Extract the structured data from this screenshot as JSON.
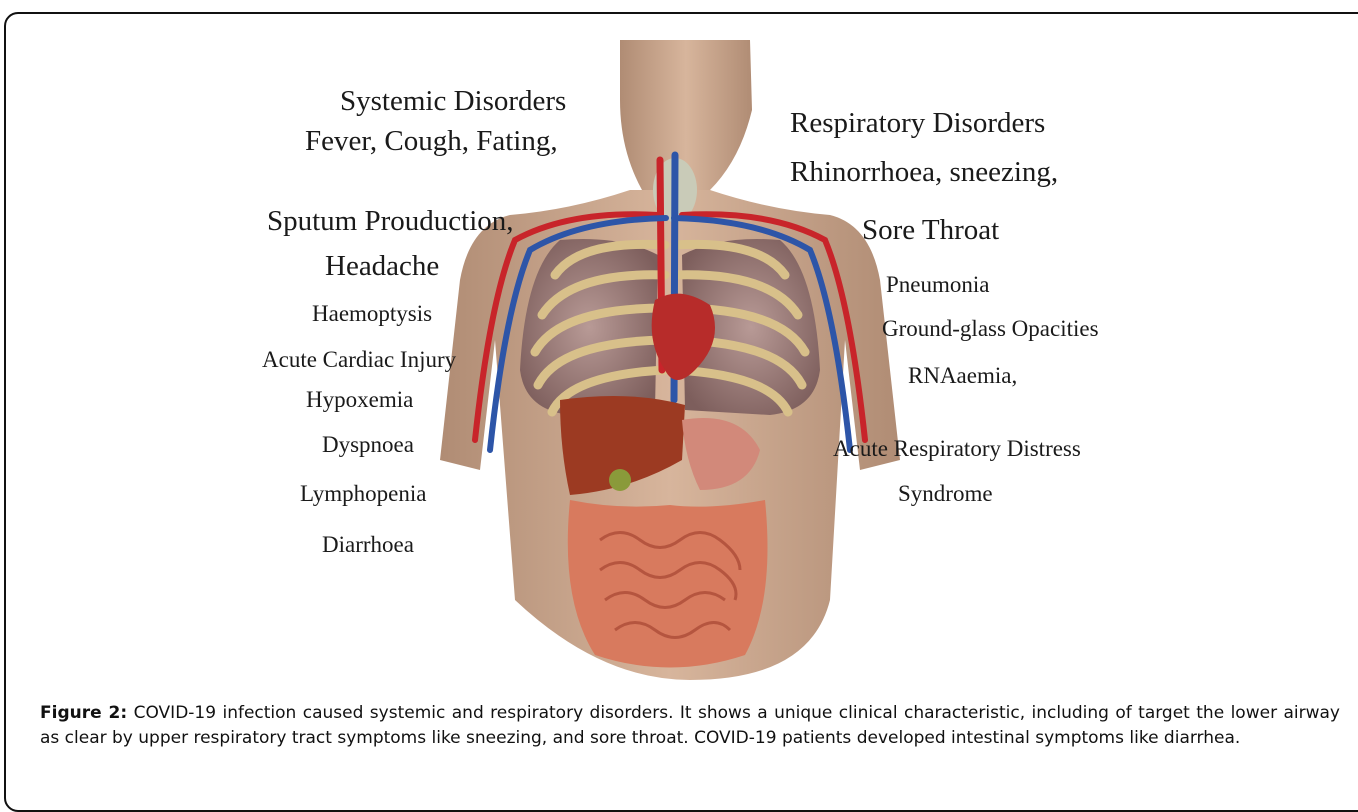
{
  "figure": {
    "labels_left": [
      "Systemic Disorders",
      "Fever, Cough, Fating,",
      "Sputum Prouduction,",
      "Headache",
      "Haemoptysis",
      "Acute Cardiac Injury",
      "Hypoxemia",
      "Dyspnoea",
      "Lymphopenia",
      "Diarrhoea"
    ],
    "labels_right": [
      "Respiratory Disorders",
      "Rhinorrhoea, sneezing,",
      "Sore Throat",
      "Pneumonia",
      "Ground-glass Opacities",
      "RNAaemia,",
      "Acute Respiratory Distress",
      "Syndrome"
    ],
    "caption_label": "Figure 2:",
    "caption_text": " COVID-19 infection caused systemic and respiratory disorders. It shows a unique clinical characteristic, including of target the lower airway as clear by upper respiratory tract symptoms like sneezing, and sore throat. COVID-19 patients developed intestinal symptoms like diarrhea."
  },
  "colors": {
    "skin": "#c8a48a",
    "lung": "#9a7a78",
    "rib": "#d8c08a",
    "artery": "#c8242a",
    "vein": "#2d55a8",
    "liver": "#9c3a22",
    "intestine": "#d87a5e"
  }
}
